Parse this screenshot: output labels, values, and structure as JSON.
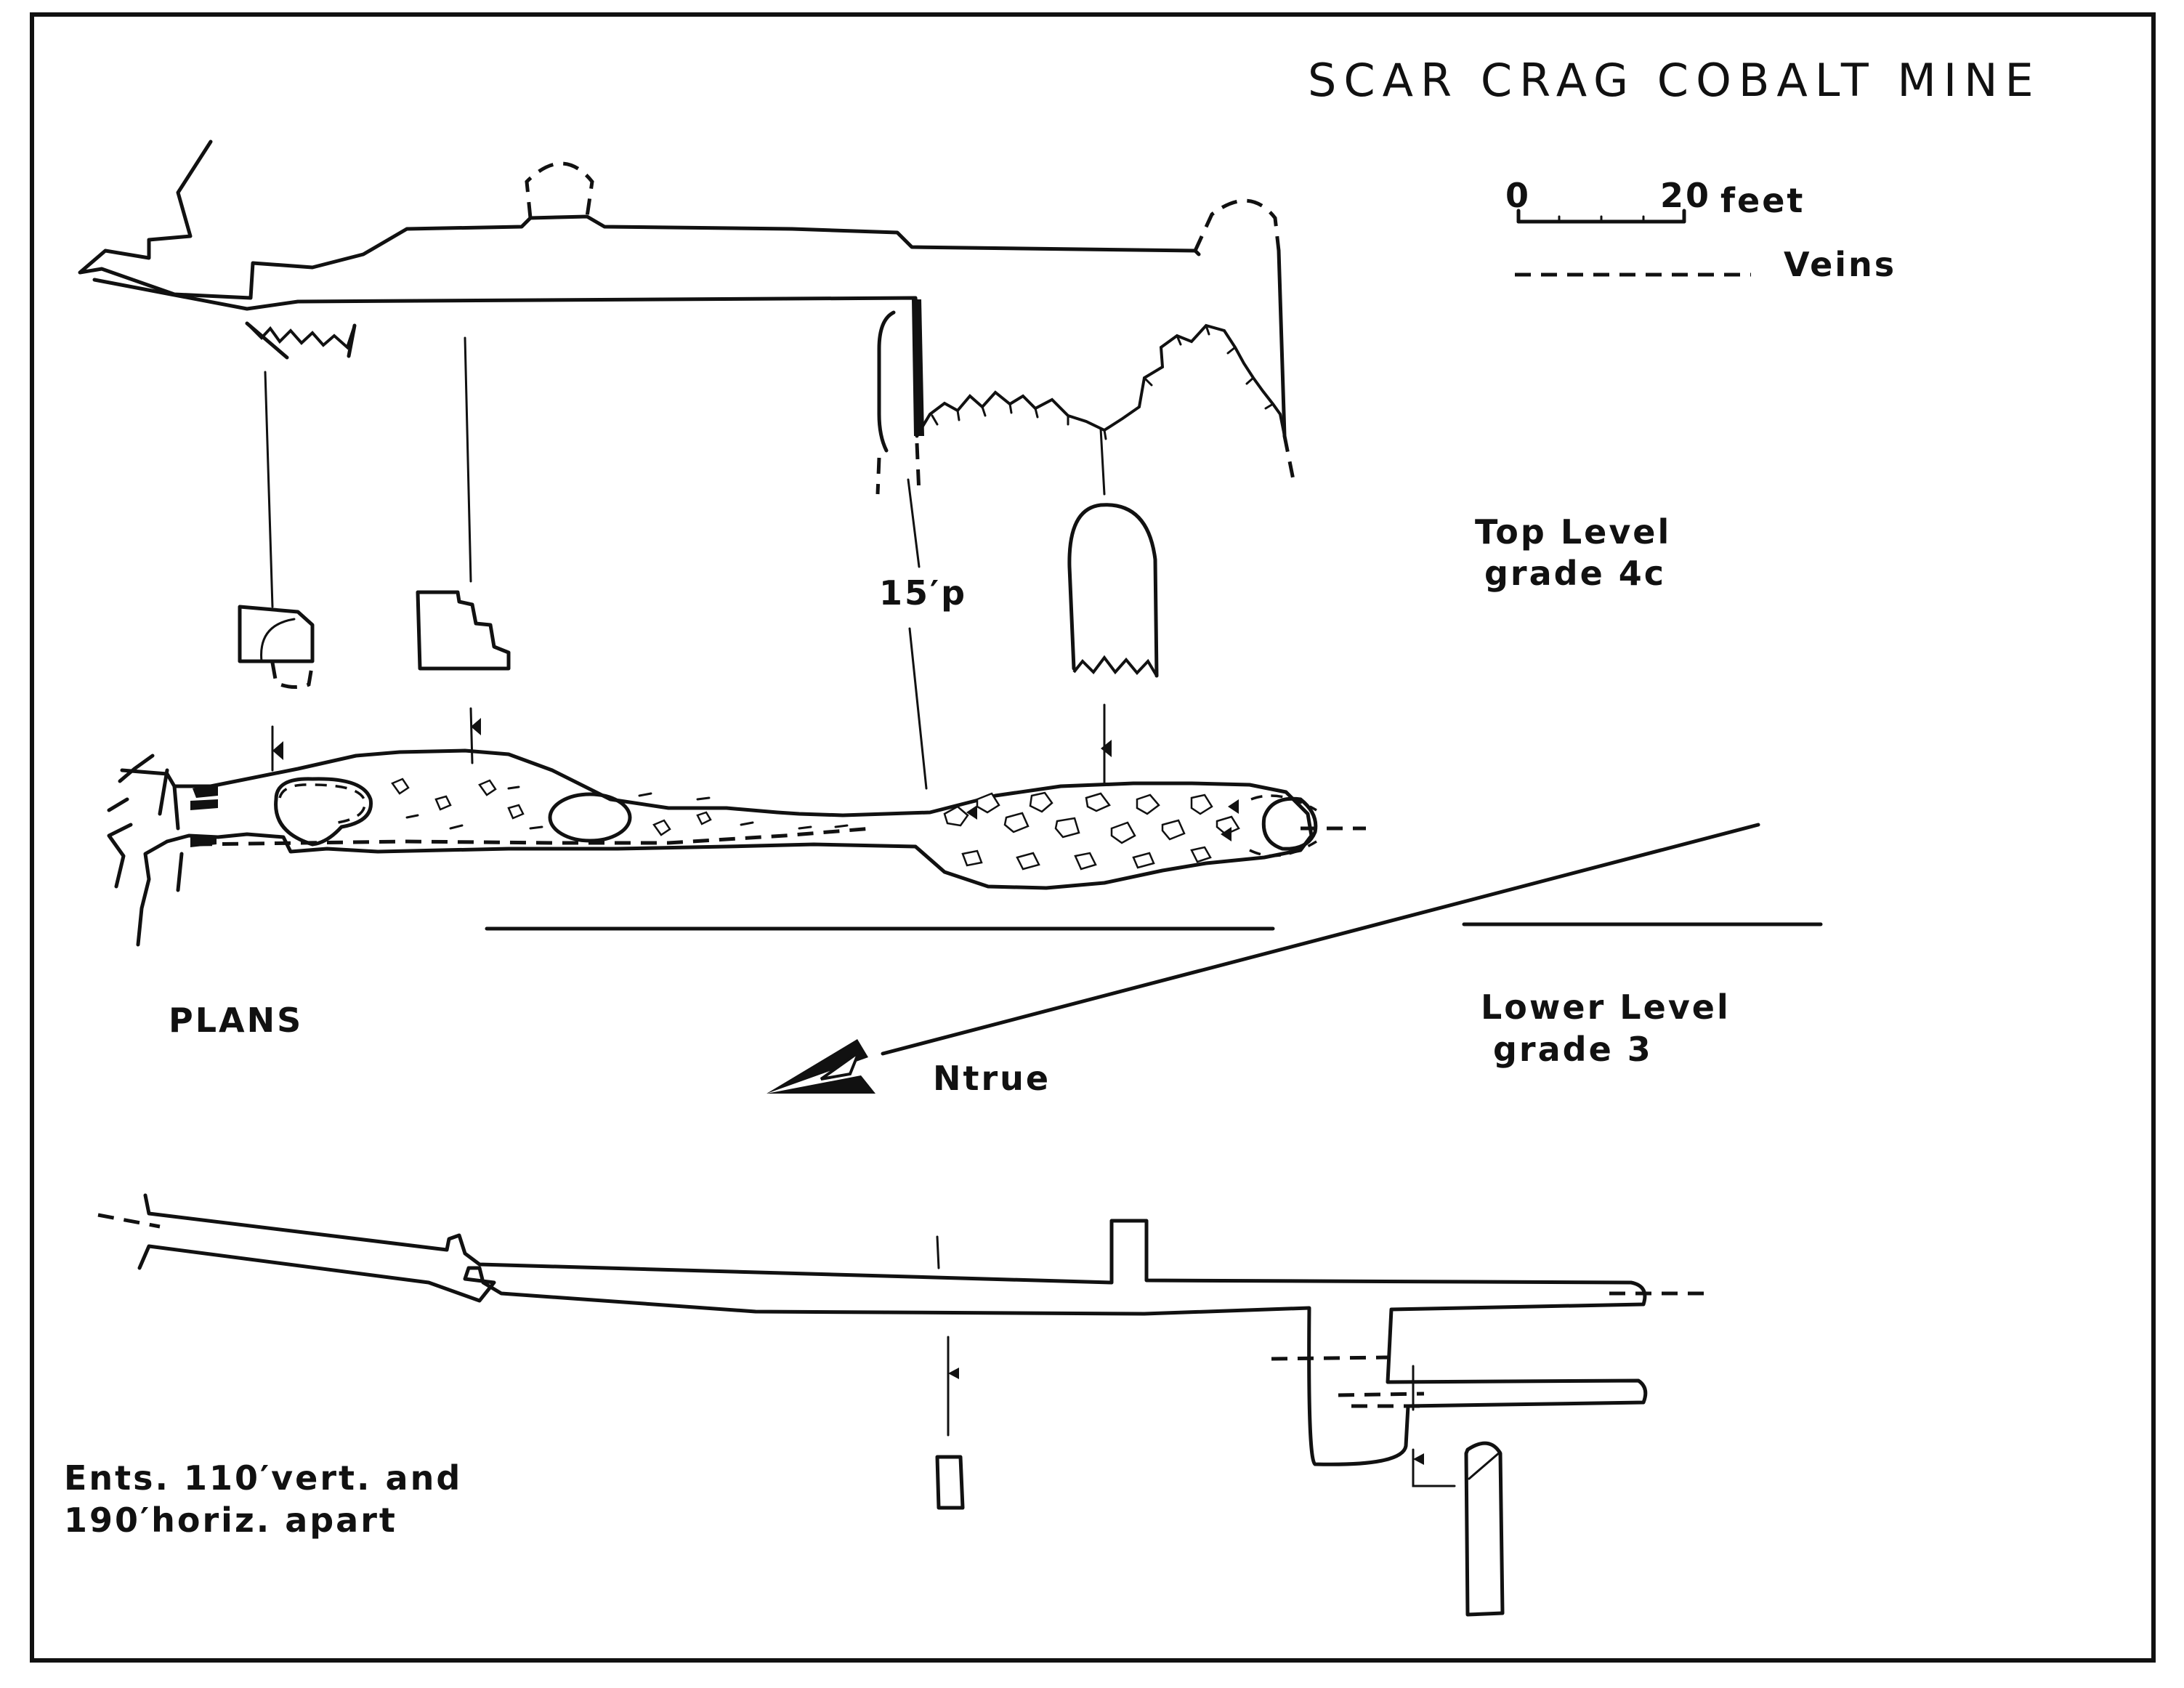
{
  "title": "SCAR CRAG COBALT MINE",
  "scale": {
    "zero": "0",
    "max": "20",
    "unit": "feet"
  },
  "legend": {
    "veins": "Veins"
  },
  "top_level": {
    "name": "Top Level",
    "grade": "grade 4c"
  },
  "lower_level": {
    "name": "Lower Level",
    "grade": "grade 3"
  },
  "pitch_label": "15′p",
  "plans_label": "PLANS",
  "north_label": "Ntrue",
  "entrances_note": {
    "line1": "Ents. 110′vert. and",
    "line2": "190′horiz. apart"
  },
  "colors": {
    "ink": "#111111",
    "paper": "#ffffff"
  }
}
